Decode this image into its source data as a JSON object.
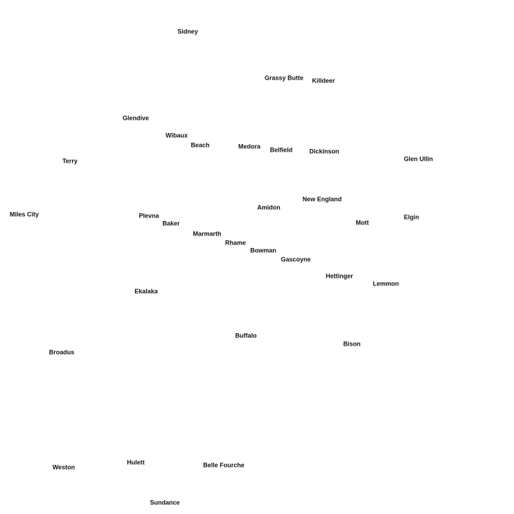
{
  "places": [
    {
      "id": "sidney",
      "name": "Sidney"
    },
    {
      "id": "grassy-butte",
      "name": "Grassy Butte"
    },
    {
      "id": "killdeer",
      "name": "Killdeer"
    },
    {
      "id": "glendive",
      "name": "Glendive"
    },
    {
      "id": "wibaux",
      "name": "Wibaux"
    },
    {
      "id": "beach",
      "name": "Beach"
    },
    {
      "id": "medora",
      "name": "Medora"
    },
    {
      "id": "belfield",
      "name": "Belfield"
    },
    {
      "id": "dickinson",
      "name": "Dickinson"
    },
    {
      "id": "glen-ullin",
      "name": "Glen Ullin"
    },
    {
      "id": "terry",
      "name": "Terry"
    },
    {
      "id": "new-england",
      "name": "New England"
    },
    {
      "id": "amidon",
      "name": "Amidon"
    },
    {
      "id": "miles-city",
      "name": "Miles City"
    },
    {
      "id": "plevna",
      "name": "Plevna"
    },
    {
      "id": "baker",
      "name": "Baker"
    },
    {
      "id": "mott",
      "name": "Mott"
    },
    {
      "id": "elgin",
      "name": "Elgin"
    },
    {
      "id": "marmarth",
      "name": "Marmarth"
    },
    {
      "id": "rhame",
      "name": "Rhame"
    },
    {
      "id": "bowman",
      "name": "Bowman"
    },
    {
      "id": "gascoyne",
      "name": "Gascoyne"
    },
    {
      "id": "hettinger",
      "name": "Hettinger"
    },
    {
      "id": "lemmon",
      "name": "Lemmon"
    },
    {
      "id": "ekalaka",
      "name": "Ekalaka"
    },
    {
      "id": "buffalo",
      "name": "Buffalo"
    },
    {
      "id": "bison",
      "name": "Bison"
    },
    {
      "id": "broadus",
      "name": "Broadus"
    },
    {
      "id": "hulett",
      "name": "Hulett"
    },
    {
      "id": "belle-fourche",
      "name": "Belle Fourche"
    },
    {
      "id": "weston",
      "name": "Weston"
    },
    {
      "id": "sundance",
      "name": "Sundance"
    }
  ]
}
